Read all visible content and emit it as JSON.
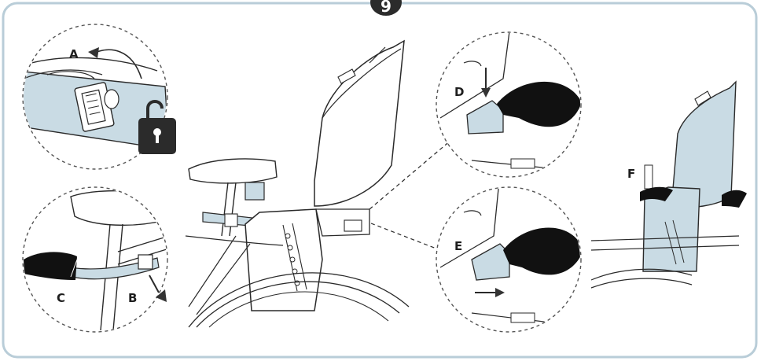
{
  "step_number": "9",
  "labels": {
    "a": "A",
    "b": "B",
    "c": "C",
    "d": "D",
    "e": "E",
    "f": "F"
  },
  "colors": {
    "frame_border": "#b9cdd8",
    "line": "#2a2a2a",
    "part_fill": "#c9dbe4",
    "hand": "#111111",
    "lock": "#2b2b2b"
  },
  "icons": [
    "unlock-padlock-icon",
    "rotate-arrow-icon",
    "push-down-arrow-icon",
    "push-right-arrow-icon",
    "pull-diagonal-arrow-icon"
  ]
}
